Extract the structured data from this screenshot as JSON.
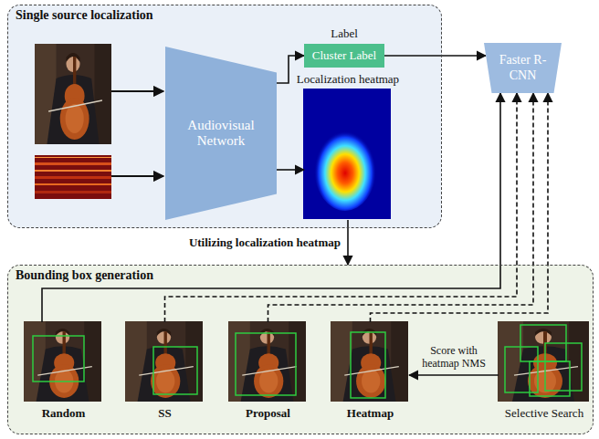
{
  "diagram": {
    "nodes": [
      {
        "text": [
          "Single source localization"
        ]
      },
      {
        "text": [
          "Audiovisual Network"
        ],
        "in": 0
      },
      {
        "text": [
          "Label",
          "Cluster Label"
        ],
        "in": 0
      },
      {
        "text": [
          "Localization heatmap"
        ],
        "in": 0
      },
      {
        "text": [
          "Faster R-CNN"
        ]
      },
      {
        "text": [
          "Bounding box generation"
        ]
      },
      {
        "text": [
          "Random"
        ],
        "in": 5
      },
      {
        "text": [
          "SS"
        ],
        "in": 5
      },
      {
        "text": [
          "Proposal"
        ],
        "in": 5
      },
      {
        "text": [
          "Heatmap"
        ],
        "in": 5
      },
      {
        "text": [
          "Selective Search"
        ],
        "in": 5
      }
    ],
    "edges": [
      {
        "from": 1,
        "to": 2,
        "arrow": "to"
      },
      {
        "from": 1,
        "to": 3,
        "arrow": "to"
      },
      {
        "from": 2,
        "to": 4,
        "arrow": "to"
      },
      {
        "from": 3,
        "to": 5,
        "label": "Utilizing localization heatmap",
        "arrow": "to"
      },
      {
        "from": 6,
        "to": 4,
        "arrow": "to"
      },
      {
        "from": 7,
        "to": 4,
        "arrow": "to"
      },
      {
        "from": 8,
        "to": 4,
        "arrow": "to"
      },
      {
        "from": 9,
        "to": 4,
        "arrow": "to"
      },
      {
        "from": 10,
        "to": 9,
        "label": "Score with heatmap NMS",
        "arrow": "to"
      }
    ]
  }
}
